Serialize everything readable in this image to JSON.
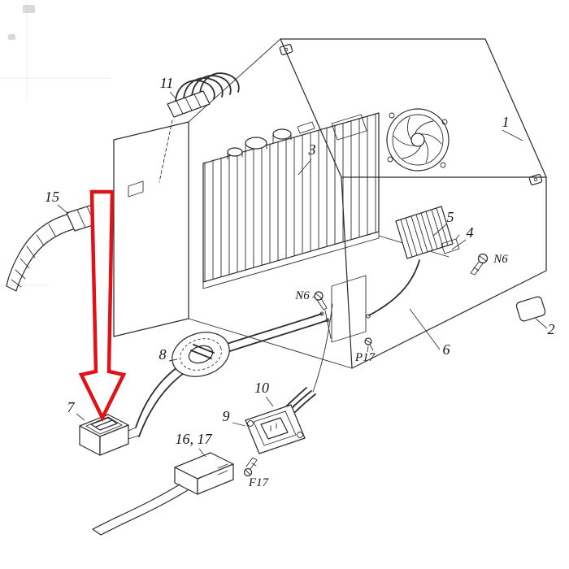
{
  "diagram": {
    "background": "#ffffff",
    "line_color": "#2e2e2e",
    "label_color": "#141414",
    "arrow_color": "#e01219",
    "callouts": {
      "c1": "1",
      "c2": "2",
      "c3": "3",
      "c4": "4",
      "c5": "5",
      "c6": "6",
      "c7": "7",
      "c8": "8",
      "c9": "9",
      "c10": "10",
      "c11": "11",
      "c15": "15",
      "c16_17": "16, 17",
      "n6_upper": "N6",
      "n6_lower": "N6",
      "p17": "P17",
      "f17": "F17"
    }
  }
}
